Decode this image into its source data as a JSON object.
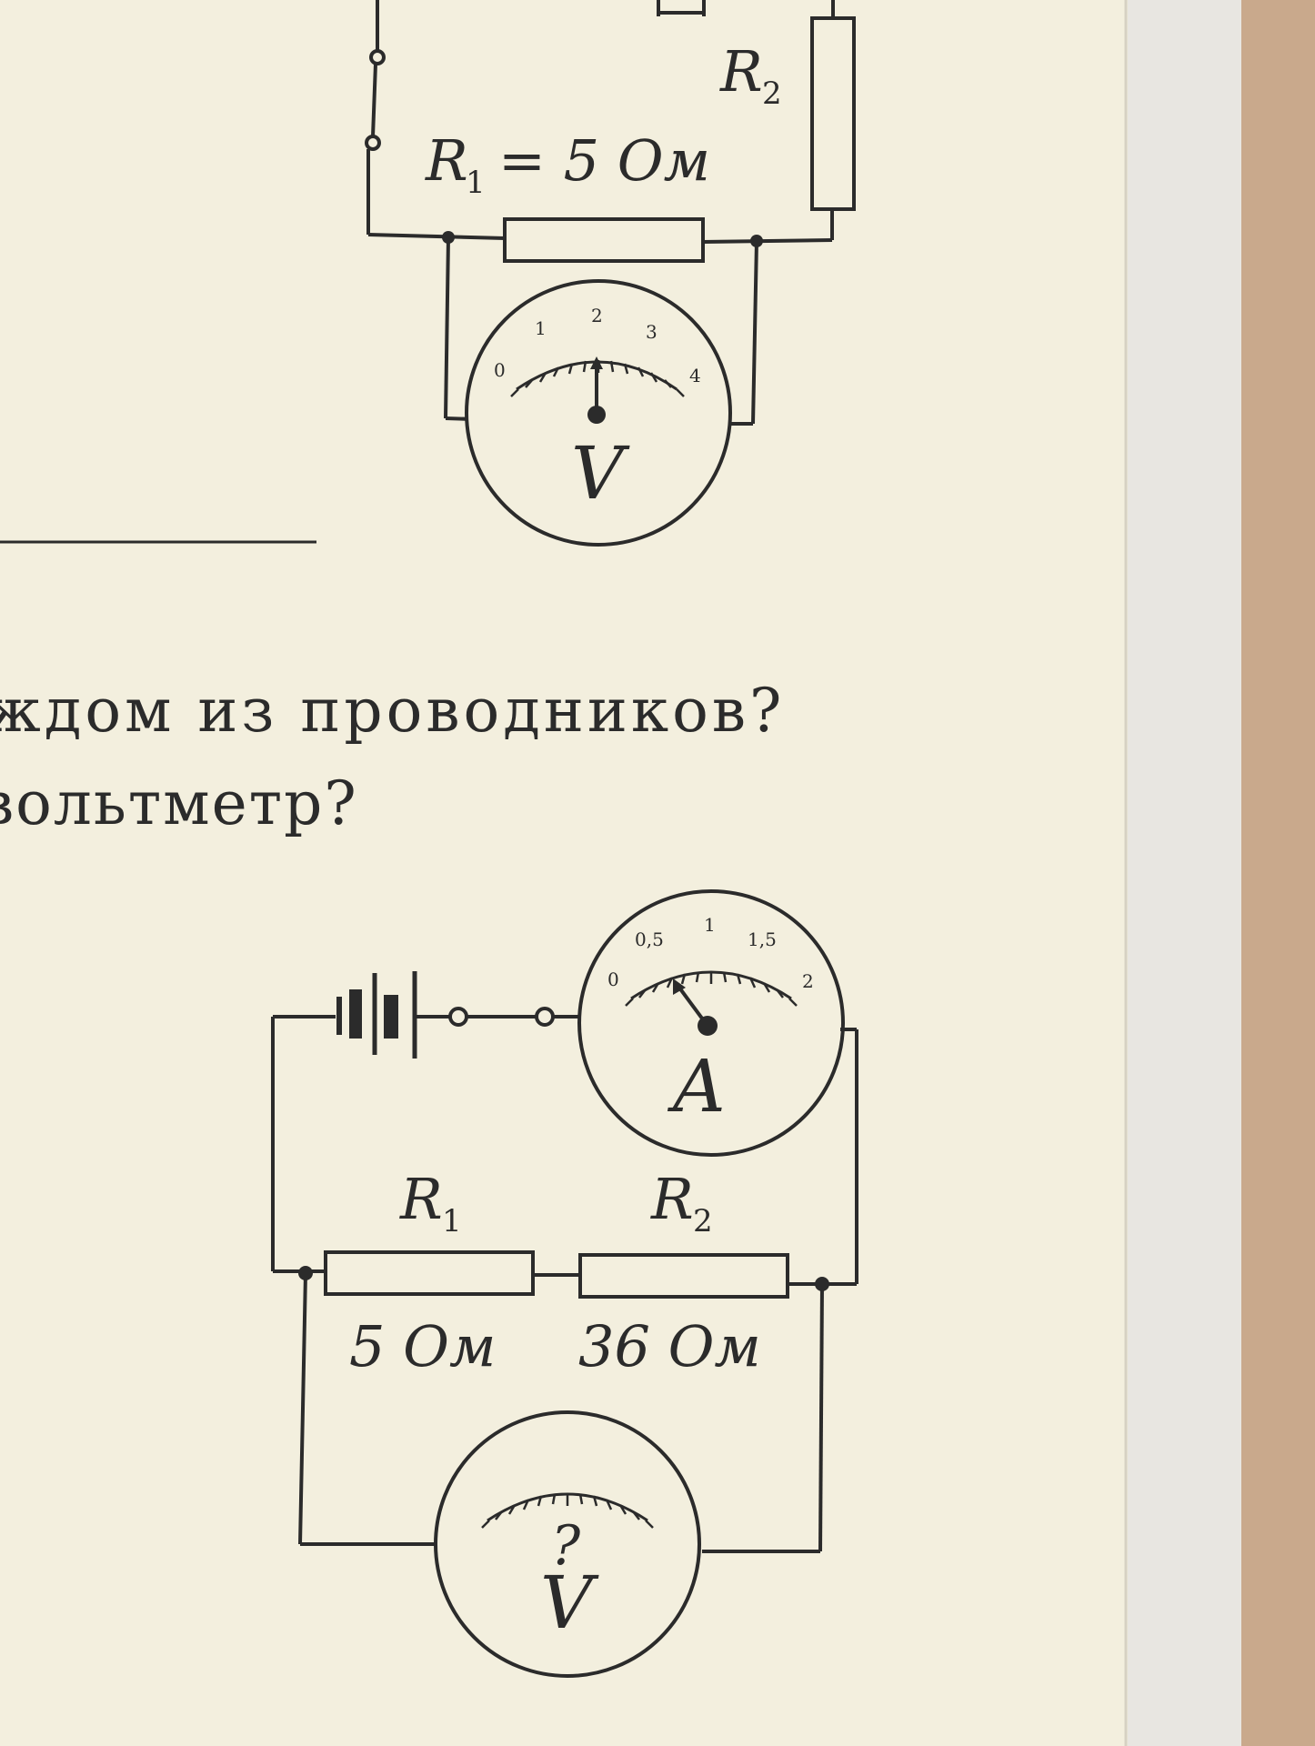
{
  "circuit_top": {
    "r2_label": "R",
    "r2_sub": "2",
    "r1_label": "R",
    "r1_sub": "1",
    "r1_value": "= 5 Ом",
    "voltmeter": {
      "letter": "V",
      "scale_labels": [
        "0",
        "1",
        "2",
        "3",
        "4"
      ],
      "reading": 2
    }
  },
  "question": {
    "line1": "ждом из проводников?",
    "line2": "вольтметр?"
  },
  "circuit_bottom": {
    "ammeter": {
      "letter": "A",
      "scale_labels": [
        "0",
        "0,5",
        "1",
        "1,5",
        "2"
      ],
      "reading": 0.4
    },
    "r1_label": "R",
    "r1_sub": "1",
    "r2_label": "R",
    "r2_sub": "2",
    "r1_value": "5 Ом",
    "r2_value": "36 Ом",
    "voltmeter": {
      "letter": "V",
      "unknown_mark": "?"
    }
  },
  "colors": {
    "ink": "#2b2b2b",
    "paper": "#f3efde",
    "paper_edge": "#e7e4dc",
    "background": "#c9a98c"
  }
}
